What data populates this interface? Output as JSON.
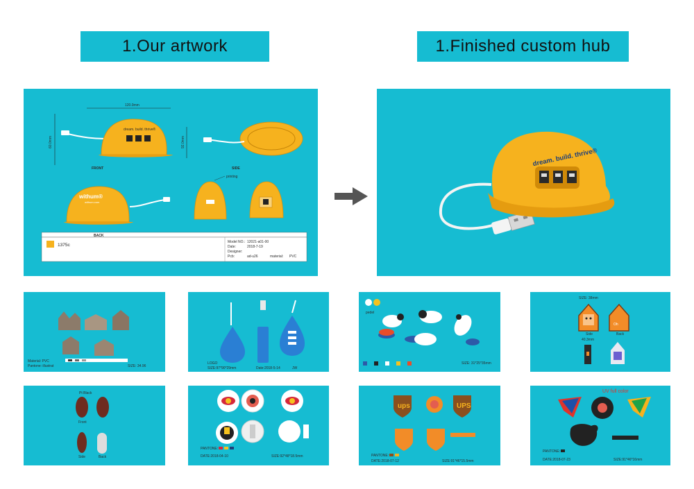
{
  "headers": {
    "left": "1.Our artwork",
    "right": "1.Finished custom hub"
  },
  "artwork": {
    "dim_width": "120.0mm",
    "dim_height": "60.0mm",
    "dim_depth": "92.0mm",
    "hub_text": "dream. build. thrive®",
    "back_logo": "withum®",
    "back_url": "withum.com",
    "label_front": "FRONT",
    "label_side": "SIDE",
    "label_back": "BACK",
    "printing_note": "printing",
    "pantone": "1375c",
    "model_label": "Model NO.:",
    "model_value": "12021-a01-00",
    "date_label": "Date:",
    "date_value": "2018-7-19",
    "designer_label": "Designer:",
    "pcb_label": "Pcb:",
    "pcb_value": "ad-u26",
    "material_label": "material:",
    "material_value": "PVC"
  },
  "photo": {
    "hub_text": "dream. build. thrive®"
  },
  "colors": {
    "panel": "#16bcd2",
    "hub_yellow": "#f6b21e",
    "arrow": "#555555"
  },
  "thumbs": {
    "castles": {
      "label1": "Material: PVC",
      "label2": "Pantone: illustrat",
      "size": "SIZE: 34.96"
    },
    "drops": {
      "note": "LOGO",
      "size": "SIZE:97*90*29mm",
      "date": "Date:2018-5-14",
      "ref": "JW"
    },
    "sheep": {
      "label": "pedel",
      "size": "SIZE: 31*25*35mm"
    },
    "houses": {
      "size_top": "SIZE: 38mm",
      "side_label": "Side",
      "back_label": "Back",
      "dim": "40.3mm"
    },
    "ovals": {
      "front": "Front",
      "side": "Side",
      "back": "Back",
      "title": "Pt Black"
    },
    "redbull": {
      "pantone": "PANTONE:",
      "date": "DATE:2018-04-10",
      "size": "SIZE:92*48*18.5mm"
    },
    "ups": {
      "logo1": "ups",
      "logo2": "UPS",
      "pantone": "PANTONE:",
      "date": "DATE:2018-07-12",
      "size": "SIZE:91*46*15.5mm"
    },
    "birds": {
      "uv": "UV full color",
      "pantone": "PANTONE:",
      "date": "DATE:2018-07-23",
      "size": "SIZE:91*46*16mm"
    }
  }
}
